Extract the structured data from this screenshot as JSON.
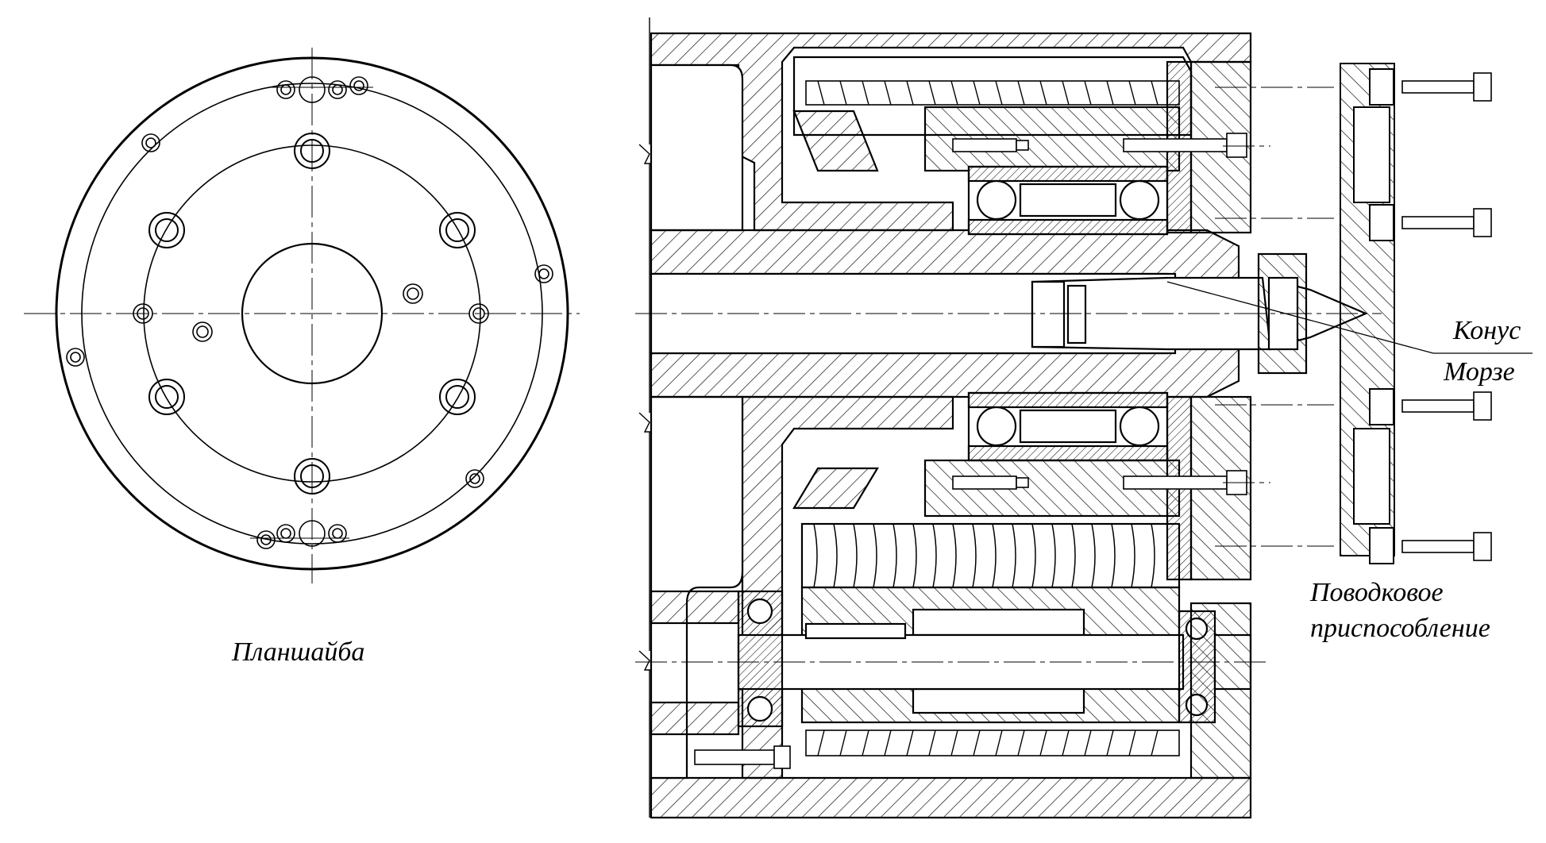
{
  "labels": {
    "faceplate": "Планшайба",
    "cone_line1": "Конус",
    "cone_line2": "Морзе",
    "driver_line1": "Поводковое",
    "driver_line2": "приспособление"
  },
  "colors": {
    "stroke": "#000000",
    "background": "#ffffff",
    "hatch": "#000000"
  }
}
